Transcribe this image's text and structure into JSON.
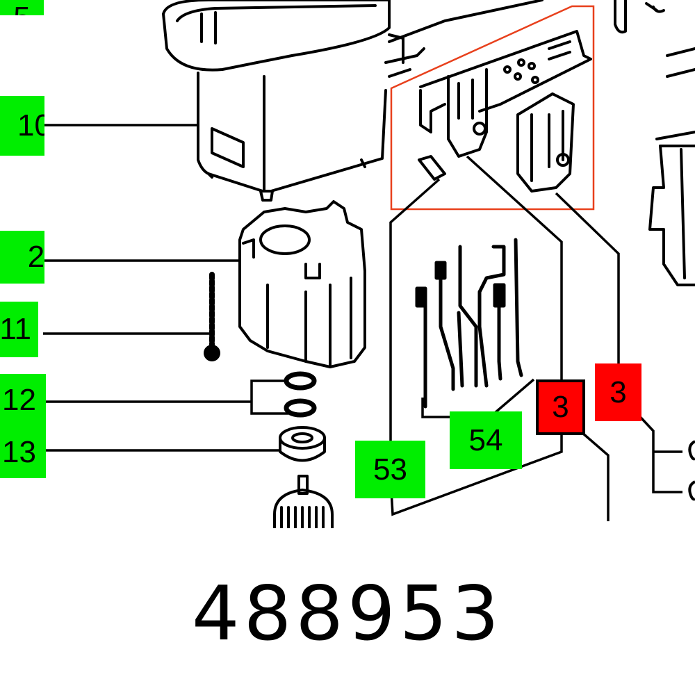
{
  "diagram": {
    "type": "exploded-parts-diagram",
    "highlight_color": "#e8401c",
    "callout_colors": {
      "standard": "#00ee00",
      "selected": "#ff0000"
    },
    "callouts": [
      {
        "id": "c-top",
        "label": "5",
        "color": "green",
        "partial": true
      },
      {
        "id": "c-10",
        "label": "10",
        "color": "green"
      },
      {
        "id": "c-2",
        "label": "2",
        "color": "green"
      },
      {
        "id": "c-11",
        "label": "11",
        "color": "green"
      },
      {
        "id": "c-12",
        "label": "12",
        "color": "green"
      },
      {
        "id": "c-13",
        "label": "13",
        "color": "green"
      },
      {
        "id": "c-53",
        "label": "53",
        "color": "green"
      },
      {
        "id": "c-54",
        "label": "54",
        "color": "green"
      },
      {
        "id": "c-3a",
        "label": "3",
        "color": "red",
        "outlined": true
      },
      {
        "id": "c-3b",
        "label": "3",
        "color": "red"
      }
    ]
  },
  "part_number": "488953"
}
